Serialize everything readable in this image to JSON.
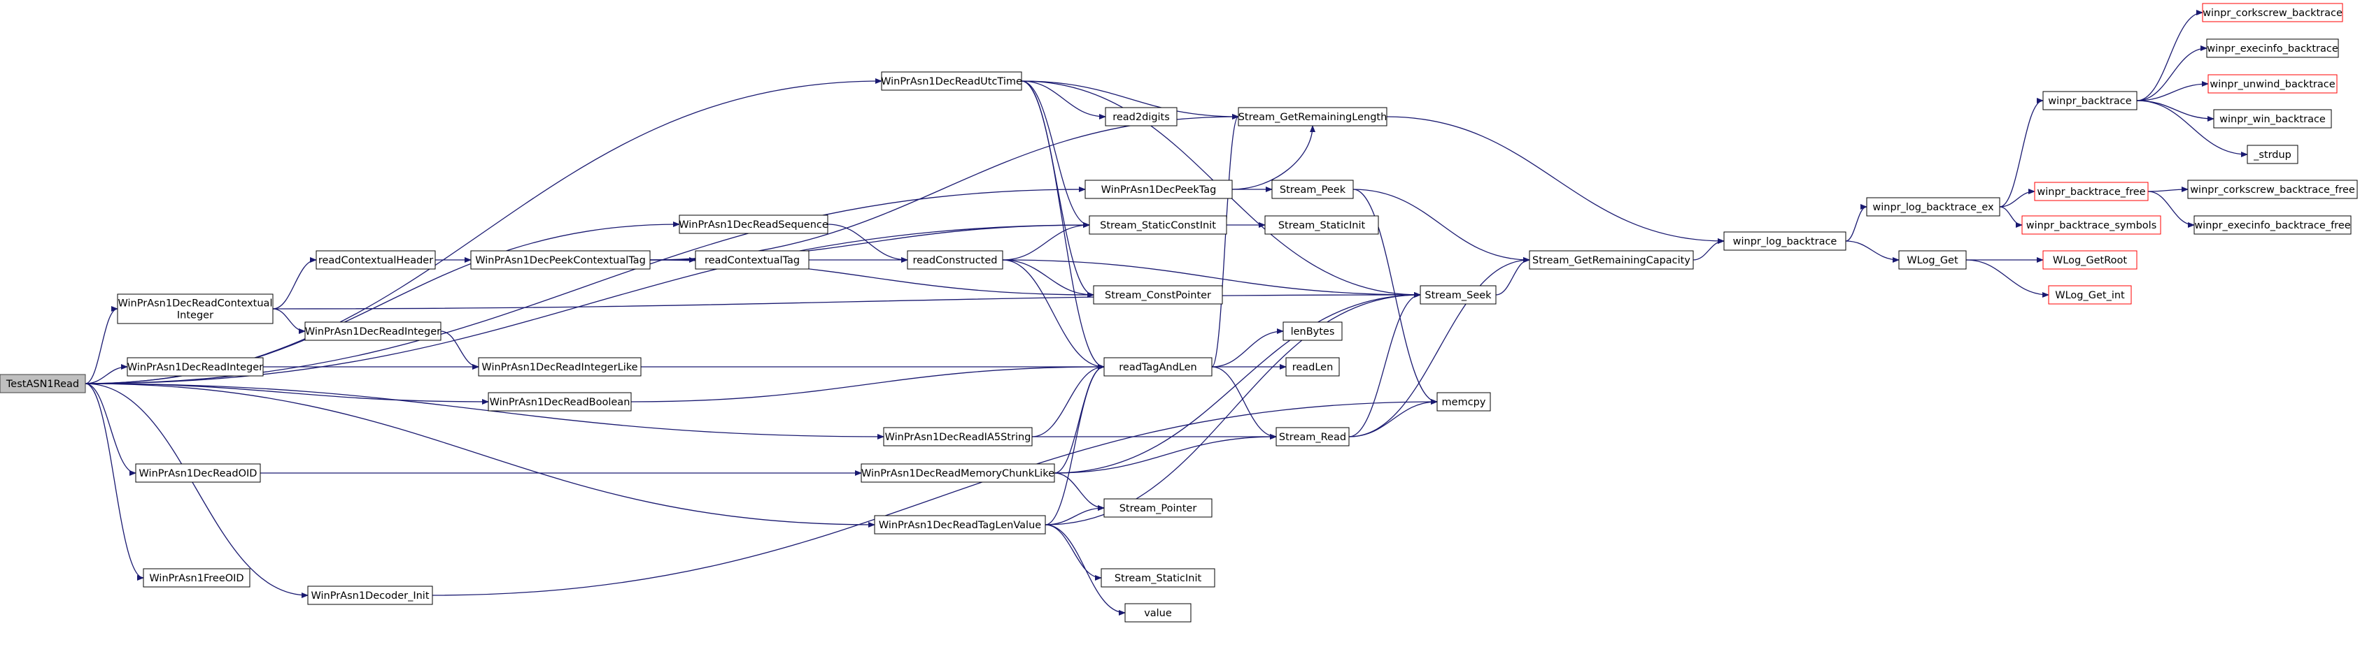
{
  "colors": {
    "edge": "#191970",
    "node_border": "#000000",
    "truncated_border": "#ff0000",
    "root_fill": "#bfbfbf",
    "background": "#ffffff"
  },
  "nodes": [
    {
      "id": "root",
      "lines": [
        "TestASN1Read"
      ],
      "style": "root"
    },
    {
      "id": "ctxint",
      "lines": [
        "WinPrAsn1DecReadContextual",
        "Integer"
      ],
      "style": "normal"
    },
    {
      "id": "readint",
      "lines": [
        "WinPrAsn1DecReadInteger"
      ],
      "style": "normal"
    },
    {
      "id": "oid",
      "lines": [
        "WinPrAsn1DecReadOID"
      ],
      "style": "normal"
    },
    {
      "id": "freeoid",
      "lines": [
        "WinPrAsn1FreeOID"
      ],
      "style": "normal"
    },
    {
      "id": "decinit",
      "lines": [
        "WinPrAsn1Decoder_Init"
      ],
      "style": "normal"
    },
    {
      "id": "rch",
      "lines": [
        "readContextualHeader"
      ],
      "style": "normal"
    },
    {
      "id": "readint2",
      "lines": [
        "WinPrAsn1DecReadInteger"
      ],
      "style": "normal"
    },
    {
      "id": "intlike",
      "lines": [
        "WinPrAsn1DecReadIntegerLike"
      ],
      "style": "normal"
    },
    {
      "id": "boolean",
      "lines": [
        "WinPrAsn1DecReadBoolean"
      ],
      "style": "normal"
    },
    {
      "id": "peekctx",
      "lines": [
        "WinPrAsn1DecPeekContextualTag"
      ],
      "style": "normal"
    },
    {
      "id": "rct",
      "lines": [
        "readContextualTag"
      ],
      "style": "normal"
    },
    {
      "id": "seq",
      "lines": [
        "WinPrAsn1DecReadSequence"
      ],
      "style": "normal"
    },
    {
      "id": "utc",
      "lines": [
        "WinPrAsn1DecReadUtcTime"
      ],
      "style": "normal"
    },
    {
      "id": "ia5",
      "lines": [
        "WinPrAsn1DecReadIA5String"
      ],
      "style": "normal"
    },
    {
      "id": "memchunk",
      "lines": [
        "WinPrAsn1DecReadMemoryChunkLike"
      ],
      "style": "normal"
    },
    {
      "id": "taglen",
      "lines": [
        "WinPrAsn1DecReadTagLenValue"
      ],
      "style": "normal"
    },
    {
      "id": "rconstr",
      "lines": [
        "readConstructed"
      ],
      "style": "normal"
    },
    {
      "id": "read2",
      "lines": [
        "read2digits"
      ],
      "style": "normal"
    },
    {
      "id": "peektag",
      "lines": [
        "WinPrAsn1DecPeekTag"
      ],
      "style": "normal"
    },
    {
      "id": "scinit",
      "lines": [
        "Stream_StaticConstInit"
      ],
      "style": "normal"
    },
    {
      "id": "cptr",
      "lines": [
        "Stream_ConstPointer"
      ],
      "style": "normal"
    },
    {
      "id": "rtal",
      "lines": [
        "readTagAndLen"
      ],
      "style": "normal"
    },
    {
      "id": "sptr",
      "lines": [
        "Stream_Pointer"
      ],
      "style": "normal"
    },
    {
      "id": "sinit1",
      "lines": [
        "Stream_StaticInit"
      ],
      "style": "normal"
    },
    {
      "id": "value",
      "lines": [
        "value"
      ],
      "style": "normal"
    },
    {
      "id": "getrem",
      "lines": [
        "Stream_GetRemainingLength"
      ],
      "style": "normal"
    },
    {
      "id": "speek",
      "lines": [
        "Stream_Peek"
      ],
      "style": "normal"
    },
    {
      "id": "sinit2",
      "lines": [
        "Stream_StaticInit"
      ],
      "style": "normal"
    },
    {
      "id": "lenbytes",
      "lines": [
        "lenBytes"
      ],
      "style": "normal"
    },
    {
      "id": "readlen",
      "lines": [
        "readLen"
      ],
      "style": "normal"
    },
    {
      "id": "sread",
      "lines": [
        "Stream_Read"
      ],
      "style": "normal"
    },
    {
      "id": "sseek",
      "lines": [
        "Stream_Seek"
      ],
      "style": "normal"
    },
    {
      "id": "memcpy",
      "lines": [
        "memcpy"
      ],
      "style": "normal"
    },
    {
      "id": "getcap",
      "lines": [
        "Stream_GetRemainingCapacity"
      ],
      "style": "normal"
    },
    {
      "id": "logbt",
      "lines": [
        "winpr_log_backtrace"
      ],
      "style": "normal"
    },
    {
      "id": "logbtex",
      "lines": [
        "winpr_log_backtrace_ex"
      ],
      "style": "normal"
    },
    {
      "id": "wlogget",
      "lines": [
        "WLog_Get"
      ],
      "style": "normal"
    },
    {
      "id": "backtrace",
      "lines": [
        "winpr_backtrace"
      ],
      "style": "normal"
    },
    {
      "id": "btfree",
      "lines": [
        "winpr_backtrace_free"
      ],
      "style": "truncated"
    },
    {
      "id": "btsym",
      "lines": [
        "winpr_backtrace_symbols"
      ],
      "style": "truncated"
    },
    {
      "id": "getroot",
      "lines": [
        "WLog_GetRoot"
      ],
      "style": "truncated"
    },
    {
      "id": "getint",
      "lines": [
        "WLog_Get_int"
      ],
      "style": "truncated"
    },
    {
      "id": "cork",
      "lines": [
        "winpr_corkscrew_backtrace"
      ],
      "style": "truncated"
    },
    {
      "id": "execinfo",
      "lines": [
        "winpr_execinfo_backtrace"
      ],
      "style": "normal"
    },
    {
      "id": "unwind",
      "lines": [
        "winpr_unwind_backtrace"
      ],
      "style": "truncated"
    },
    {
      "id": "win",
      "lines": [
        "winpr_win_backtrace"
      ],
      "style": "normal"
    },
    {
      "id": "strdup",
      "lines": [
        "_strdup"
      ],
      "style": "normal"
    },
    {
      "id": "corkfree",
      "lines": [
        "winpr_corkscrew_backtrace_free"
      ],
      "style": "normal"
    },
    {
      "id": "execfree",
      "lines": [
        "winpr_execinfo_backtrace_free"
      ],
      "style": "normal"
    }
  ],
  "edges": [
    [
      "root",
      "ctxint"
    ],
    [
      "root",
      "readint"
    ],
    [
      "root",
      "oid"
    ],
    [
      "root",
      "freeoid"
    ],
    [
      "root",
      "decinit"
    ],
    [
      "root",
      "utc"
    ],
    [
      "root",
      "peektag"
    ],
    [
      "root",
      "seq"
    ],
    [
      "root",
      "scinit"
    ],
    [
      "root",
      "boolean"
    ],
    [
      "root",
      "ia5"
    ],
    [
      "root",
      "taglen"
    ],
    [
      "ctxint",
      "rch"
    ],
    [
      "ctxint",
      "readint2"
    ],
    [
      "ctxint",
      "sseek"
    ],
    [
      "rch",
      "peekctx"
    ],
    [
      "readint2",
      "intlike"
    ],
    [
      "readint",
      "intlike"
    ],
    [
      "oid",
      "memchunk"
    ],
    [
      "decinit",
      "memcpy"
    ],
    [
      "intlike",
      "rtal"
    ],
    [
      "boolean",
      "rtal"
    ],
    [
      "peekctx",
      "rct"
    ],
    [
      "peekctx",
      "getrem"
    ],
    [
      "peekctx",
      "scinit"
    ],
    [
      "peekctx",
      "cptr"
    ],
    [
      "rct",
      "rconstr"
    ],
    [
      "seq",
      "rconstr"
    ],
    [
      "rconstr",
      "rtal"
    ],
    [
      "rconstr",
      "scinit"
    ],
    [
      "rconstr",
      "cptr"
    ],
    [
      "rconstr",
      "sseek"
    ],
    [
      "utc",
      "read2"
    ],
    [
      "utc",
      "getrem"
    ],
    [
      "utc",
      "rtal"
    ],
    [
      "utc",
      "scinit"
    ],
    [
      "utc",
      "cptr"
    ],
    [
      "utc",
      "sseek"
    ],
    [
      "ia5",
      "rtal"
    ],
    [
      "ia5",
      "sread"
    ],
    [
      "memchunk",
      "rtal"
    ],
    [
      "memchunk",
      "sptr"
    ],
    [
      "memchunk",
      "sread"
    ],
    [
      "memchunk",
      "sseek"
    ],
    [
      "taglen",
      "rtal"
    ],
    [
      "taglen",
      "sptr"
    ],
    [
      "taglen",
      "sinit1"
    ],
    [
      "taglen",
      "value"
    ],
    [
      "taglen",
      "sseek"
    ],
    [
      "peektag",
      "speek"
    ],
    [
      "peektag",
      "getrem"
    ],
    [
      "scinit",
      "sinit2"
    ],
    [
      "rtal",
      "lenbytes"
    ],
    [
      "rtal",
      "readlen"
    ],
    [
      "rtal",
      "sread"
    ],
    [
      "rtal",
      "getrem"
    ],
    [
      "speek",
      "memcpy"
    ],
    [
      "speek",
      "getcap"
    ],
    [
      "sread",
      "memcpy"
    ],
    [
      "sread",
      "getcap"
    ],
    [
      "sread",
      "sseek"
    ],
    [
      "sseek",
      "getcap"
    ],
    [
      "getrem",
      "logbt"
    ],
    [
      "getcap",
      "logbt"
    ],
    [
      "logbt",
      "logbtex"
    ],
    [
      "logbt",
      "wlogget"
    ],
    [
      "logbtex",
      "backtrace"
    ],
    [
      "logbtex",
      "btfree"
    ],
    [
      "logbtex",
      "btsym"
    ],
    [
      "wlogget",
      "getroot"
    ],
    [
      "wlogget",
      "getint"
    ],
    [
      "backtrace",
      "cork"
    ],
    [
      "backtrace",
      "execinfo"
    ],
    [
      "backtrace",
      "unwind"
    ],
    [
      "backtrace",
      "win"
    ],
    [
      "backtrace",
      "strdup"
    ],
    [
      "btfree",
      "corkfree"
    ],
    [
      "btfree",
      "execfree"
    ]
  ]
}
